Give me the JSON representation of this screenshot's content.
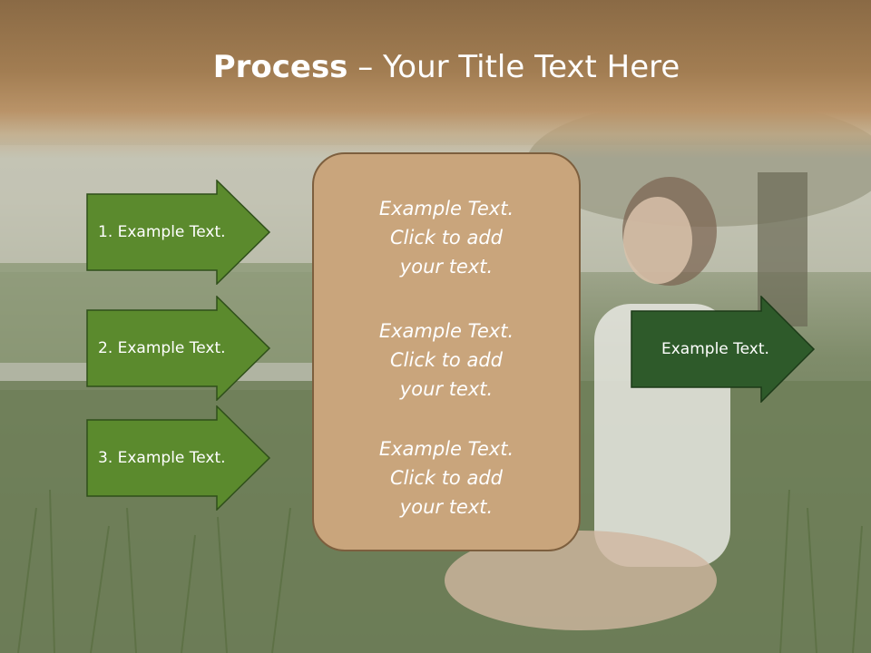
{
  "title": {
    "bold": "Process",
    "rest": " – Your Title Text Here"
  },
  "left_arrows": [
    {
      "label": "1. Example Text."
    },
    {
      "label": "2. Example Text."
    },
    {
      "label": "3. Example Text."
    }
  ],
  "center_box": {
    "items": [
      {
        "line1": "Example Text.",
        "line2": "Click  to add",
        "line3": "your text."
      },
      {
        "line1": "Example Text.",
        "line2": "Click  to add",
        "line3": "your text."
      },
      {
        "line1": "Example Text.",
        "line2": "Click  to add",
        "line3": "your text."
      }
    ]
  },
  "right_arrow": {
    "label": "Example Text."
  },
  "colors": {
    "arrow_green": "#5b8a2d",
    "arrow_dark_green": "#2e5a2a",
    "box_fill": "#c9a57c",
    "title_band": "#a27d52"
  }
}
